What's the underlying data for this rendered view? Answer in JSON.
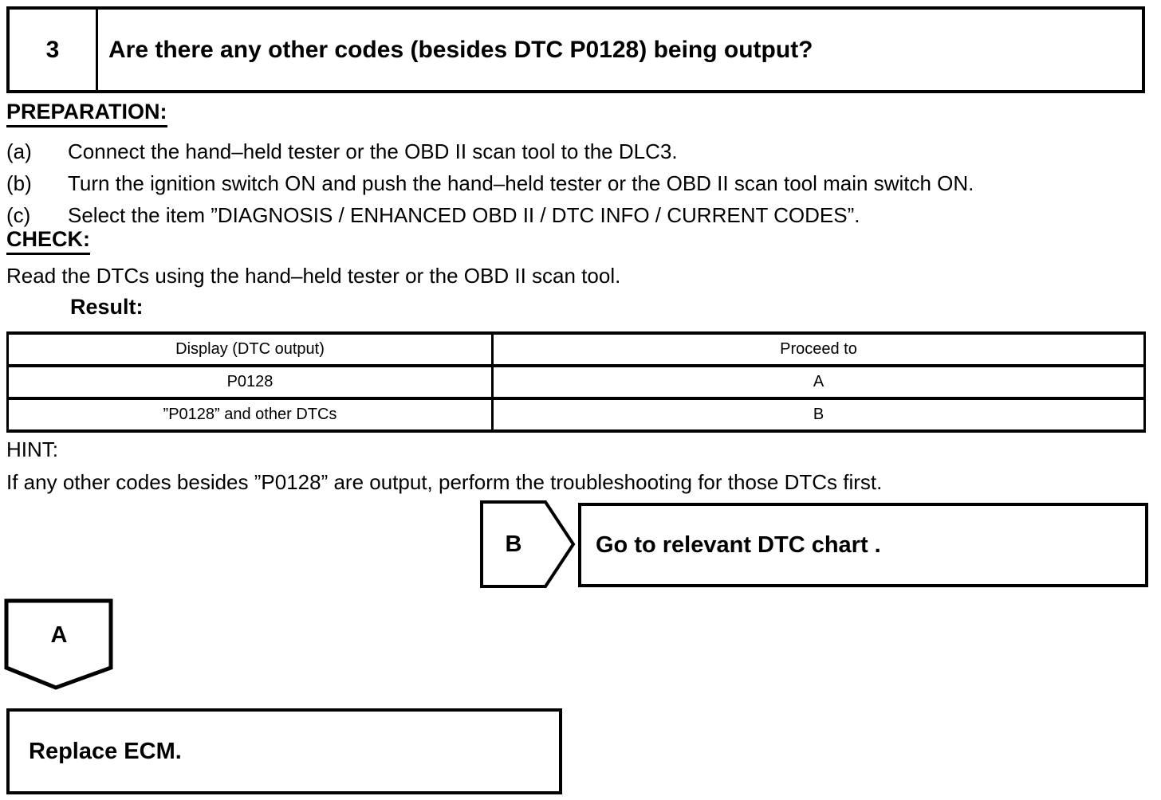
{
  "colors": {
    "ink": "#000000",
    "paper": "#ffffff"
  },
  "step": {
    "number": "3",
    "question": "Are there any other codes (besides DTC P0128) being output?"
  },
  "preparation": {
    "heading": "PREPARATION:",
    "items": [
      {
        "label": "(a)",
        "text": "Connect the hand–held tester or the OBD II scan tool to the DLC3."
      },
      {
        "label": "(b)",
        "text": "Turn the ignition switch ON and push the hand–held tester or the OBD II scan tool main switch ON."
      },
      {
        "label": "(c)",
        "text": "Select the item ”DIAGNOSIS / ENHANCED OBD II / DTC INFO / CURRENT CODES”."
      }
    ]
  },
  "check": {
    "heading": "CHECK:",
    "text": "Read the DTCs using the hand–held tester or the OBD II scan tool.",
    "result_label": "Result:"
  },
  "result_table": {
    "headers": [
      "Display (DTC output)",
      "Proceed to"
    ],
    "rows": [
      {
        "display": "P0128",
        "proceed": "A"
      },
      {
        "display": "”P0128” and other DTCs",
        "proceed": "B"
      }
    ]
  },
  "hint": {
    "heading": "HINT:",
    "text": "If any other codes besides ”P0128” are output, perform the troubleshooting for those DTCs first."
  },
  "flow": {
    "branch_b": {
      "label": "B",
      "action": "Go to relevant DTC chart ."
    },
    "branch_a": {
      "label": "A",
      "action": "Replace ECM."
    }
  }
}
